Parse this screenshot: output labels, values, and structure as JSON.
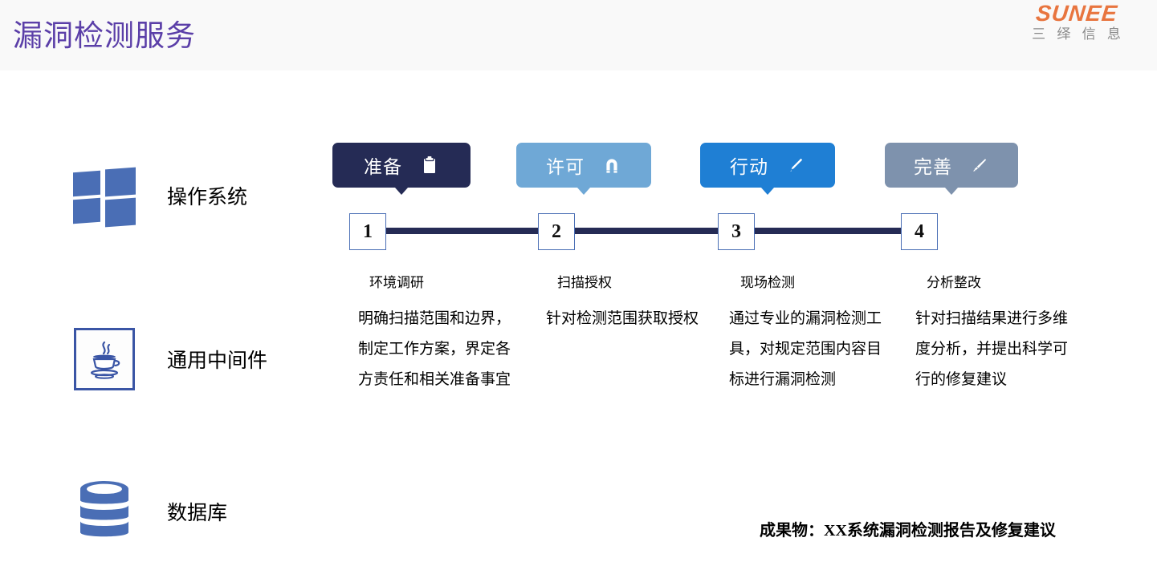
{
  "header": {
    "title": "漏洞检测服务",
    "title_color": "#5B3FA8",
    "background": "#F9F9F9",
    "logo": {
      "mark": "SUNEE",
      "mark_color": "#E8753F",
      "sub": "三 绎 信 息",
      "sub_color": "#8A8A8A"
    }
  },
  "categories": [
    {
      "label": "操作系统",
      "icon": "windows-logo-icon"
    },
    {
      "label": "通用中间件",
      "icon": "java-logo-icon"
    },
    {
      "label": "数据库",
      "icon": "database-icon"
    }
  ],
  "timeline": {
    "line_color": "#252B55",
    "number_box_border": "#4A6EB5",
    "steps": [
      {
        "number": "1",
        "badge_label": "准备",
        "badge_icon": "clipboard-icon",
        "badge_color": "#252B55",
        "title": "环境调研",
        "body": "明确扫描范围和边界，制定工作方案，界定各方责任和相关准备事宜"
      },
      {
        "number": "2",
        "badge_label": "许可",
        "badge_icon": "magnet-icon",
        "badge_color": "#6FA8D6",
        "title": "扫描授权",
        "body": "针对检测范围获取授权"
      },
      {
        "number": "3",
        "badge_label": "行动",
        "badge_icon": "pencil-icon",
        "badge_color": "#1F7FD4",
        "title": "现场检测",
        "body": "通过专业的漏洞检测工具，对规定范围内容目标进行漏洞检测"
      },
      {
        "number": "4",
        "badge_label": "完善",
        "badge_icon": "paintbrush-icon",
        "badge_color": "#7E92AD",
        "title": "分析整改",
        "body": "针对扫描结果进行多维度分析，并提出科学可行的修复建议"
      }
    ]
  },
  "deliverable": "成果物：XX系统漏洞检测报告及修复建议"
}
